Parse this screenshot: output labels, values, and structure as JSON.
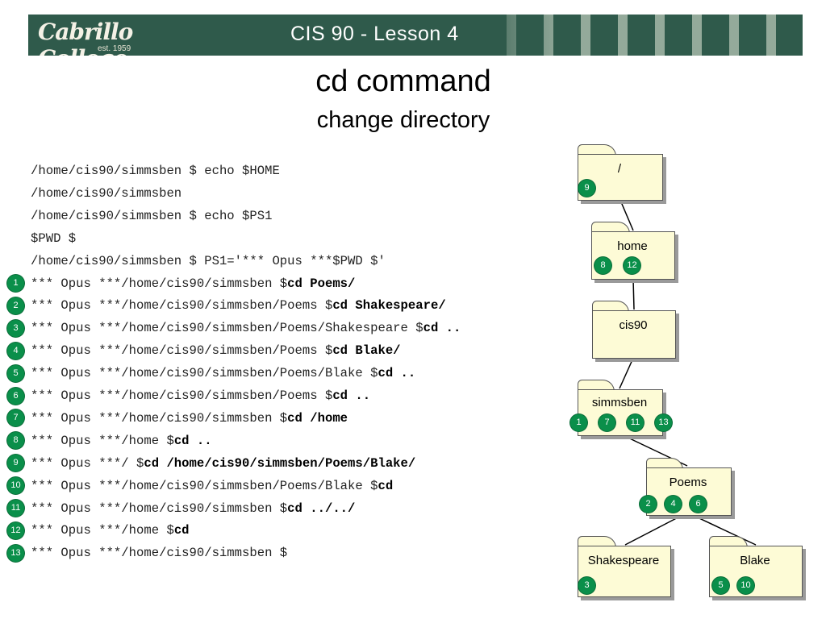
{
  "header": {
    "logo_text": "Cabrillo College",
    "logo_est": "est. 1959",
    "title": "CIS 90 - Lesson 4"
  },
  "slide": {
    "title": "cd command",
    "subtitle": "change directory"
  },
  "terminal": {
    "lines": [
      {
        "num": "",
        "plain": "/home/cis90/simmsben $ echo $HOME",
        "cmd": ""
      },
      {
        "num": "",
        "plain": "/home/cis90/simmsben",
        "cmd": ""
      },
      {
        "num": "",
        "plain": "/home/cis90/simmsben $ echo $PS1",
        "cmd": ""
      },
      {
        "num": "",
        "plain": "$PWD $",
        "cmd": ""
      },
      {
        "num": "",
        "plain": "/home/cis90/simmsben $ PS1='*** Opus ***$PWD $'",
        "cmd": ""
      },
      {
        "num": "1",
        "plain": "*** Opus ***/home/cis90/simmsben $",
        "cmd": "cd Poems/"
      },
      {
        "num": "2",
        "plain": "*** Opus ***/home/cis90/simmsben/Poems $",
        "cmd": "cd Shakespeare/"
      },
      {
        "num": "3",
        "plain": "*** Opus ***/home/cis90/simmsben/Poems/Shakespeare $",
        "cmd": "cd .."
      },
      {
        "num": "4",
        "plain": "*** Opus ***/home/cis90/simmsben/Poems $",
        "cmd": "cd Blake/"
      },
      {
        "num": "5",
        "plain": "*** Opus ***/home/cis90/simmsben/Poems/Blake $",
        "cmd": "cd .."
      },
      {
        "num": "6",
        "plain": "*** Opus ***/home/cis90/simmsben/Poems $",
        "cmd": "cd .."
      },
      {
        "num": "7",
        "plain": "*** Opus ***/home/cis90/simmsben $",
        "cmd": "cd /home"
      },
      {
        "num": "8",
        "plain": "*** Opus ***/home $",
        "cmd": "cd .."
      },
      {
        "num": "9",
        "plain": "*** Opus ***/ $",
        "cmd": "cd /home/cis90/simmsben/Poems/Blake/"
      },
      {
        "num": "10",
        "plain": "*** Opus ***/home/cis90/simmsben/Poems/Blake $",
        "cmd": "cd"
      },
      {
        "num": "11",
        "plain": "*** Opus ***/home/cis90/simmsben $",
        "cmd": "cd ../../"
      },
      {
        "num": "12",
        "plain": "*** Opus ***/home $",
        "cmd": "cd"
      },
      {
        "num": "13",
        "plain": "*** Opus ***/home/cis90/simmsben $",
        "cmd": ""
      }
    ]
  },
  "tree": {
    "folders": [
      {
        "id": "root",
        "label": "/",
        "badges": [
          "9"
        ]
      },
      {
        "id": "home",
        "label": "home",
        "badges": [
          "8",
          "12"
        ]
      },
      {
        "id": "cis90",
        "label": "cis90",
        "badges": []
      },
      {
        "id": "simmsben",
        "label": "simmsben",
        "badges": [
          "1",
          "7",
          "11",
          "13"
        ]
      },
      {
        "id": "poems",
        "label": "Poems",
        "badges": [
          "2",
          "4",
          "6"
        ]
      },
      {
        "id": "shakespeare",
        "label": "Shakespeare",
        "badges": [
          "3"
        ]
      },
      {
        "id": "blake",
        "label": "Blake",
        "badges": [
          "5",
          "10"
        ]
      }
    ]
  },
  "colors": {
    "banner": "#2f5a4b",
    "badge": "#0a8f4a",
    "folder_fill": "#fdfbd6"
  }
}
